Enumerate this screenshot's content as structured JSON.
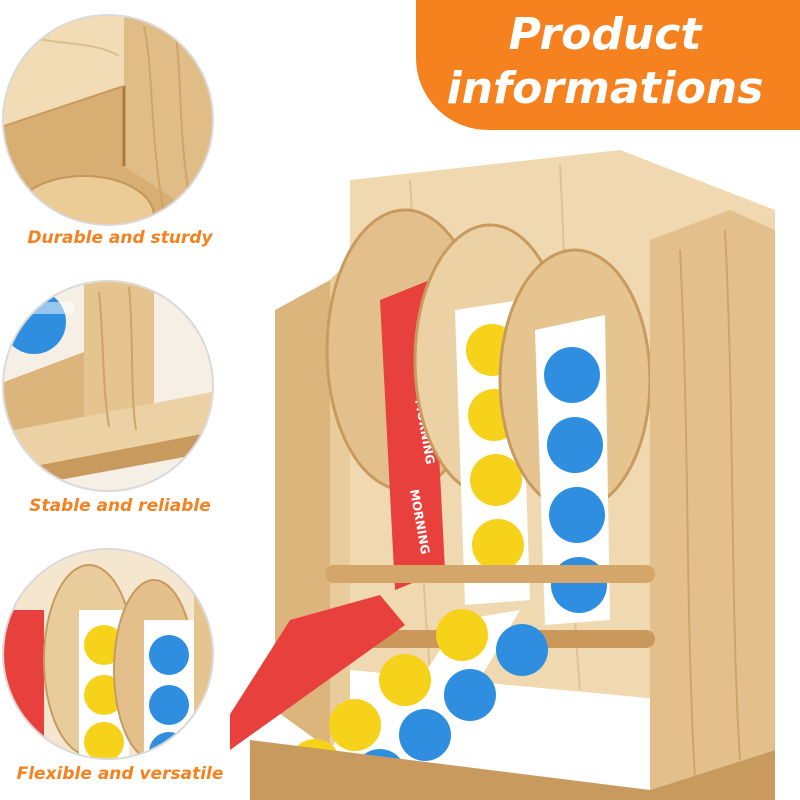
{
  "banner": {
    "line1": "Product",
    "line2": "informations",
    "color": "#f5821f"
  },
  "features": [
    {
      "caption": "Durable and sturdy"
    },
    {
      "caption": "Stable and reliable"
    },
    {
      "caption": "Flexible and versatile"
    }
  ],
  "sticker_rolls": [
    {
      "color": "#e8403c",
      "label": "MORNING"
    },
    {
      "color": "#f7d21b"
    },
    {
      "color": "#2f8ee0"
    }
  ],
  "colors": {
    "wood_light": "#f0d9b0",
    "wood_mid": "#e3c08b",
    "wood_dark": "#c99a5e",
    "caption": "#f5821f"
  }
}
